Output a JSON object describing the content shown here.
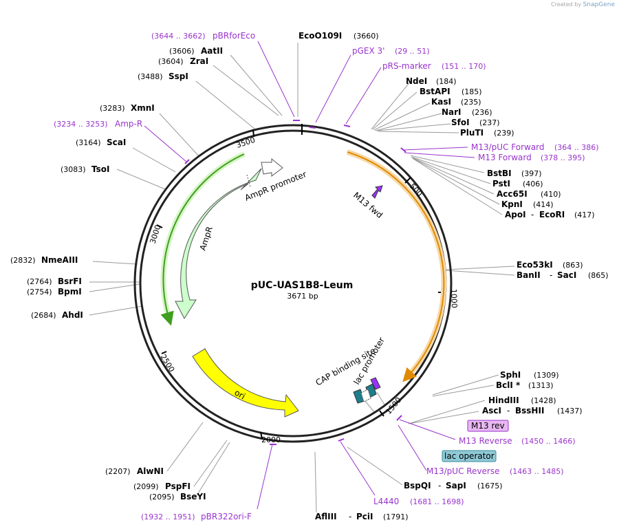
{
  "credit": {
    "created_by": "Created by",
    "brand": "SnapGene"
  },
  "plasmid": {
    "name": "pUC-UAS1B8-Leum",
    "length_label": "3671 bp",
    "length": 3671
  },
  "ticks": [
    "500",
    "1000",
    "1500",
    "2000",
    "2500",
    "3000",
    "3500"
  ],
  "features": [
    {
      "name": "AmpR",
      "color": "#ccffcc"
    },
    {
      "name": "AmpR promoter",
      "color": "#ffffff"
    },
    {
      "name": "ori",
      "color": "#ffff00"
    },
    {
      "name": "M13 fwd",
      "color": "#9933ff"
    },
    {
      "name": "lac promoter",
      "color": "#9933ff"
    },
    {
      "name": "CAP binding site",
      "color": "#1d7e8c"
    },
    {
      "name": "M13 rev",
      "color": "#e8b8f2"
    },
    {
      "name": "lac operator",
      "color": "#8fc9d6"
    }
  ],
  "sites_right": [
    {
      "name": "NdeI",
      "pos": "(184)"
    },
    {
      "name": "BstAPI",
      "pos": "(185)"
    },
    {
      "name": "KasI",
      "pos": "(235)"
    },
    {
      "name": "NarI",
      "pos": "(236)"
    },
    {
      "name": "SfoI",
      "pos": "(237)"
    },
    {
      "name": "PluTI",
      "pos": "(239)"
    },
    {
      "name": "BstBI",
      "pos": "(397)"
    },
    {
      "name": "PstI",
      "pos": "(406)"
    },
    {
      "name": "Acc65I",
      "pos": "(410)"
    },
    {
      "name": "KpnI",
      "pos": "(414)"
    },
    {
      "name": "ApoI",
      "name2": "EcoRI",
      "pos": "(417)"
    },
    {
      "name": "Eco53kI",
      "pos": "(863)"
    },
    {
      "name": "BanII",
      "name2": "SacI",
      "pos": "(865)"
    },
    {
      "name": "SphI",
      "pos": "(1309)"
    },
    {
      "name": "BclI *",
      "pos": "(1313)"
    },
    {
      "name": "HindIII",
      "pos": "(1428)"
    },
    {
      "name": "AscI",
      "name2": "BssHII",
      "pos": "(1437)"
    },
    {
      "name": "BspQI",
      "name2": "SapI",
      "pos": "(1675)"
    },
    {
      "name": "AflIII",
      "name2": "PciI",
      "pos": "(1791)"
    }
  ],
  "sites_left": [
    {
      "name": "EcoO109I",
      "pos": "(3660)"
    },
    {
      "name": "AatII",
      "pos": "(3606)"
    },
    {
      "name": "ZraI",
      "pos": "(3604)"
    },
    {
      "name": "SspI",
      "pos": "(3488)"
    },
    {
      "name": "XmnI",
      "pos": "(3283)"
    },
    {
      "name": "ScaI",
      "pos": "(3164)"
    },
    {
      "name": "TsoI",
      "pos": "(3083)"
    },
    {
      "name": "NmeAIII",
      "pos": "(2832)"
    },
    {
      "name": "BsrFI",
      "pos": "(2764)"
    },
    {
      "name": "BpmI",
      "pos": "(2754)"
    },
    {
      "name": "AhdI",
      "pos": "(2684)"
    },
    {
      "name": "AlwNI",
      "pos": "(2207)"
    },
    {
      "name": "PspFI",
      "pos": "(2099)"
    },
    {
      "name": "BseYI",
      "pos": "(2095)"
    }
  ],
  "primers": [
    {
      "name": "pBRforEco",
      "range": "(3644 .. 3662)"
    },
    {
      "name": "pGEX 3'",
      "range": "(29 .. 51)"
    },
    {
      "name": "pRS-marker",
      "range": "(151 .. 170)"
    },
    {
      "name": "Amp-R",
      "range": "(3234 .. 3253)"
    },
    {
      "name": "M13/pUC Forward",
      "range": "(364 .. 386)"
    },
    {
      "name": "M13 Forward",
      "range": "(378 .. 395)"
    },
    {
      "name": "M13 Reverse",
      "range": "(1450 .. 1466)"
    },
    {
      "name": "M13/pUC Reverse",
      "range": "(1463 .. 1485)"
    },
    {
      "name": "L4440",
      "range": "(1681 .. 1698)"
    },
    {
      "name": "pBR322ori-F",
      "range": "(1932 .. 1951)"
    }
  ]
}
